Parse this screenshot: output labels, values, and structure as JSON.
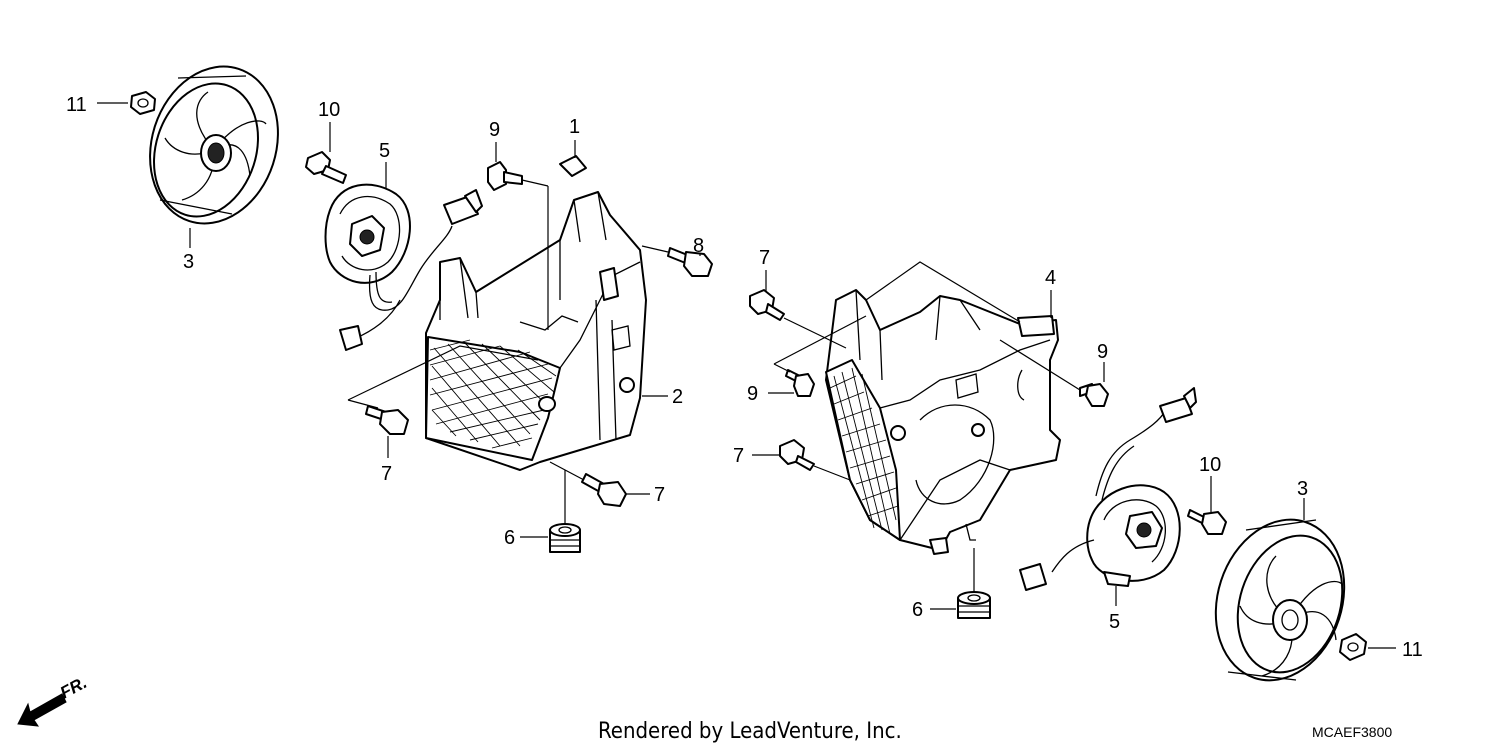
{
  "diagram": {
    "callouts": [
      {
        "id": "c11-left",
        "text": "11"
      },
      {
        "id": "c10-left",
        "text": "10"
      },
      {
        "id": "c5-left",
        "text": "5"
      },
      {
        "id": "c3-left",
        "text": "3"
      },
      {
        "id": "c9-top",
        "text": "9"
      },
      {
        "id": "c1",
        "text": "1"
      },
      {
        "id": "c8",
        "text": "8"
      },
      {
        "id": "c2",
        "text": "2"
      },
      {
        "id": "c7-left",
        "text": "7"
      },
      {
        "id": "c7-mid",
        "text": "7"
      },
      {
        "id": "c6-left",
        "text": "6"
      },
      {
        "id": "c7-right-top",
        "text": "7"
      },
      {
        "id": "c4",
        "text": "4"
      },
      {
        "id": "c9-right",
        "text": "9"
      },
      {
        "id": "c9-mid",
        "text": "9"
      },
      {
        "id": "c7-right-mid",
        "text": "7"
      },
      {
        "id": "c10-right",
        "text": "10"
      },
      {
        "id": "c3-right",
        "text": "3"
      },
      {
        "id": "c5-right",
        "text": "5"
      },
      {
        "id": "c6-right",
        "text": "6"
      },
      {
        "id": "c11-right",
        "text": "11"
      }
    ],
    "direction_label": "FR.",
    "credit": "Rendered by LeadVenture, Inc.",
    "diagram_code": "MCAEF3800"
  }
}
